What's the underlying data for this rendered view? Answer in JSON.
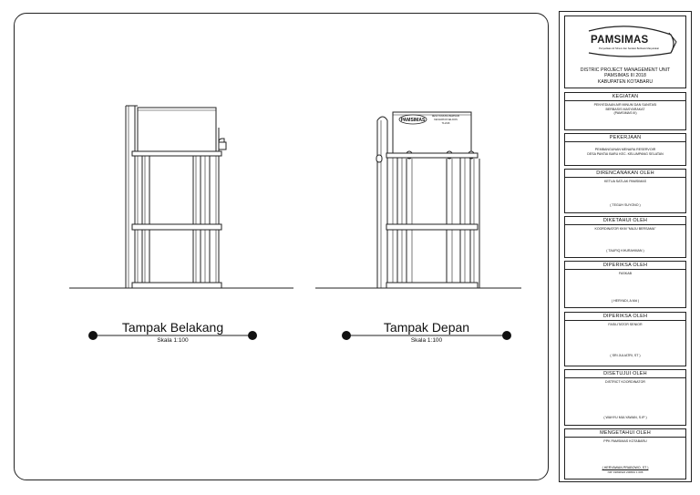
{
  "views": {
    "back": {
      "title": "Tampak Belakang",
      "scale": "Skala 1:100"
    },
    "front": {
      "title": "Tampak Depan",
      "scale": "Skala 1:100"
    }
  },
  "signage": {
    "brand": "PAMSIMAS",
    "lines": [
      "DESA TANJUNG BERINGIN",
      "KECAMATAN SELATAN",
      "TA 2018"
    ]
  },
  "title_block": {
    "logo": {
      "brand": "PAMSIMAS",
      "tagline": "Penyediaan Air Minum dan Sanitasi Berbasis Masyarakat"
    },
    "unit": [
      "DISTRIC PROJECT MANAGEMENT UNIT",
      "PAMSIMAS III 2018",
      "KABUPATEN KOTABARU"
    ],
    "kegiatan": {
      "head": "KEGIATAN",
      "body": [
        "PENYEDIAAN AIR MINUM DAN SANITASI",
        "BERBASIS MASYARAKAT",
        "(PAMSIMAS III)"
      ]
    },
    "pekerjaan": {
      "head": "PEKERJAAN",
      "body": [
        "PEMBANGUNAN MENARA RESERVOIR",
        "DESA PANTAI BARU KEC. KELUMPANG SELATAN"
      ]
    },
    "direncanakan": {
      "head": "DIRENCANAKAN OLEH",
      "role": "KETUA SATLAK PAMSIMAS",
      "name": "( TEGUH SUYONO )"
    },
    "diketahui": {
      "head": "DIKETAHUI OLEH",
      "role": "KOORDINATOR KKM \"MAJU BERSAMA\"",
      "name": "( TAUFIQ KHURAHMAN )"
    },
    "diperiksa1": {
      "head": "DIPERIKSA OLEH",
      "role": "FASKAB",
      "name": "( HERYADI, A.Md )"
    },
    "diperiksa2": {
      "head": "DIPERIKSA OLEH",
      "role": "FASILITATOR SENIOR",
      "name": "( SRI JULIATRI, ST )"
    },
    "disetujui": {
      "head": "DISETUJUI OLEH",
      "role": "DISTRICT KOORDINATOR",
      "name": "( WAHYU MULYAWAN, S.IP )"
    },
    "mengetahui": {
      "head": "MENGETAHUI OLEH",
      "role": "PPK PAMSIMAS KOTABARU",
      "name": "( HERYAWAN PRABOWO, ST )",
      "nip": "NIP. 19840924 200801 1 006"
    }
  }
}
